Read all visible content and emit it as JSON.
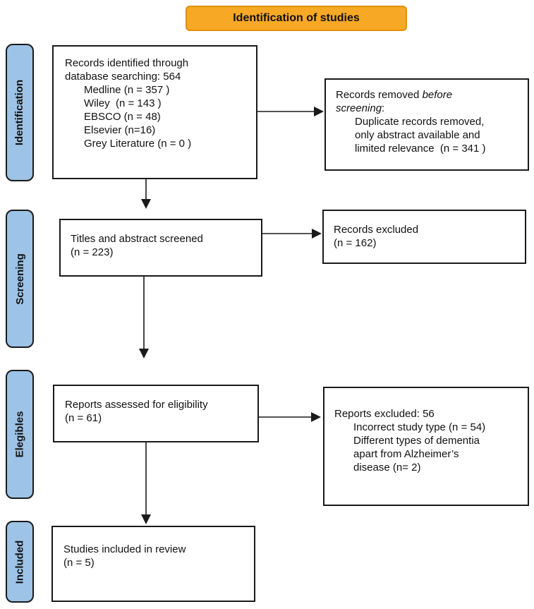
{
  "header": {
    "title": "Identification of studies"
  },
  "sidebar": {
    "stages": [
      {
        "label": "Identification"
      },
      {
        "label": "Screening"
      },
      {
        "label": "Elegibles"
      },
      {
        "label": "Included"
      }
    ]
  },
  "flow": {
    "identified": {
      "intro": "Records identified through\ndatabase searching: 564",
      "items": [
        "Medline (n = 357 )",
        "Wiley  (n = 143 )",
        "EBSCO (n = 48)",
        "Elsevier (n=16)",
        "Grey Literature (n = 0 )"
      ]
    },
    "removed": {
      "prefix": "Records removed ",
      "italic": "before\nscreening",
      "suffix": ":",
      "items": [
        "Duplicate records removed,\nonly abstract available and\nlimited relevance  (n = 341 )"
      ]
    },
    "screened": {
      "text": "Titles and abstract screened\n(n = 223)"
    },
    "excluded_records": {
      "text": "Records excluded\n(n = 162)"
    },
    "assessed": {
      "text": "Reports assessed for eligibility\n(n = 61)"
    },
    "excluded_reports": {
      "intro": "Reports excluded: 56",
      "items": [
        "Incorrect study type (n = 54)",
        "Different types of dementia\napart from Alzheimer’s\ndisease (n= 2)"
      ]
    },
    "included": {
      "text": "Studies included in review\n(n = 5)"
    }
  },
  "colors": {
    "stage_fill": "#9DC3E6",
    "header_fill": "#F7A824",
    "header_border": "#E0910E"
  }
}
